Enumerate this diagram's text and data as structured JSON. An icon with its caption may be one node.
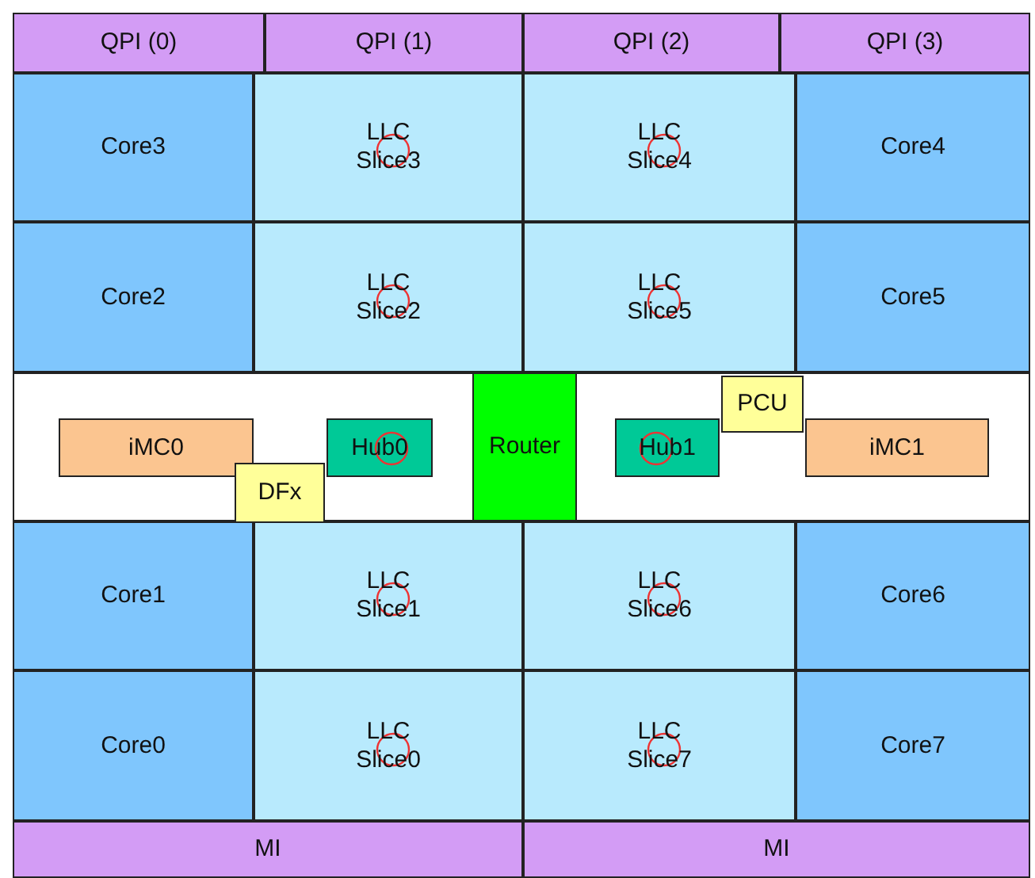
{
  "diagram": {
    "nodes": [
      {
        "text": [
          "QPI (0)"
        ]
      },
      {
        "text": [
          "QPI (1)"
        ]
      },
      {
        "text": [
          "QPI (2)"
        ]
      },
      {
        "text": [
          "QPI (3)"
        ]
      },
      {
        "text": [
          "Core3"
        ]
      },
      {
        "text": [
          "LLC Slice3"
        ]
      },
      {
        "text": [
          "LLC Slice4"
        ]
      },
      {
        "text": [
          "Core4"
        ]
      },
      {
        "text": [
          "Core2"
        ]
      },
      {
        "text": [
          "LLC Slice2"
        ]
      },
      {
        "text": [
          "LLC Slice5"
        ]
      },
      {
        "text": [
          "Core5"
        ]
      },
      {
        "text": [
          "iMC0"
        ]
      },
      {
        "text": [
          "DFx"
        ]
      },
      {
        "text": [
          "Hub0"
        ]
      },
      {
        "text": [
          "Router"
        ]
      },
      {
        "text": [
          "Hub1"
        ]
      },
      {
        "text": [
          "PCU"
        ]
      },
      {
        "text": [
          "iMC1"
        ]
      },
      {
        "text": [
          "Core1"
        ]
      },
      {
        "text": [
          "LLC Slice1"
        ]
      },
      {
        "text": [
          "LLC Slice6"
        ]
      },
      {
        "text": [
          "Core6"
        ]
      },
      {
        "text": [
          "Core0"
        ]
      },
      {
        "text": [
          "LLC Slice0"
        ]
      },
      {
        "text": [
          "LLC Slice7"
        ]
      },
      {
        "text": [
          "Core7"
        ]
      },
      {
        "text": [
          "MI"
        ]
      },
      {
        "text": [
          "MI"
        ]
      }
    ],
    "edges": []
  }
}
